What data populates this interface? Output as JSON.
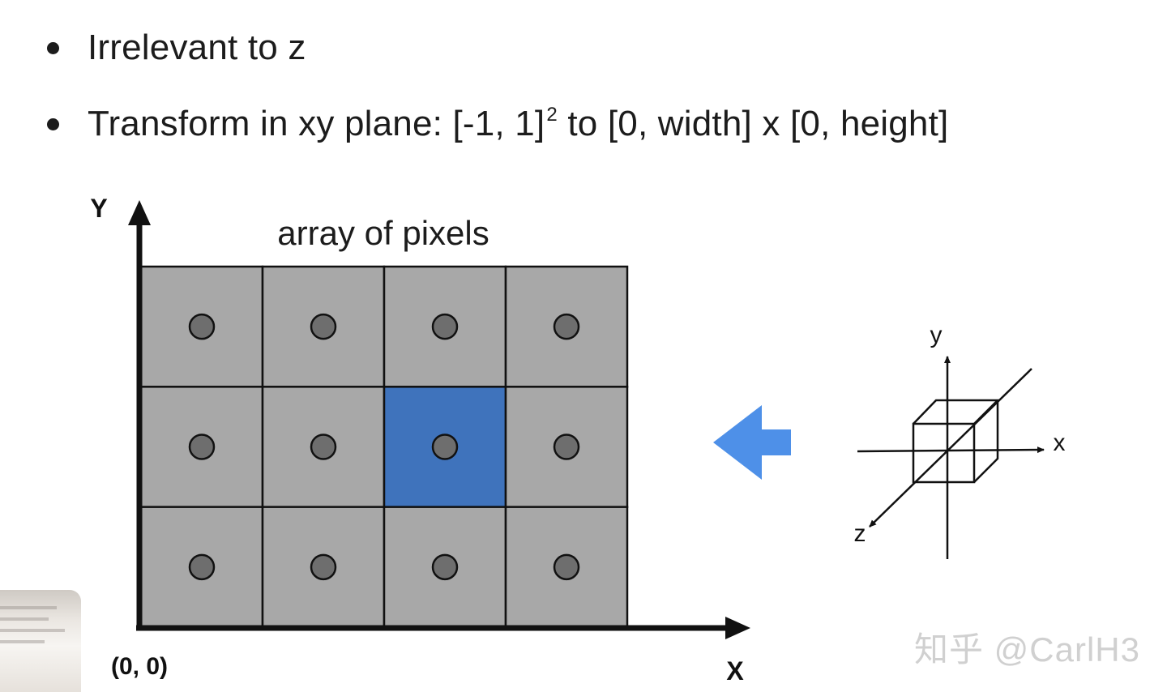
{
  "bullets": [
    {
      "text": "Irrelevant to z"
    },
    {
      "text_before_sup": "Transform in xy plane: [-1, 1]",
      "sup": "2",
      "text_after_sup": " to [0, width] x [0, height]"
    }
  ],
  "diagram": {
    "title": "array of pixels",
    "y_axis_label": "Y",
    "x_axis_label": "X",
    "origin_label": "(0, 0)",
    "grid": {
      "rows": 3,
      "cols": 4,
      "highlighted_cell": {
        "row": 1,
        "col": 2
      }
    },
    "colors": {
      "cell_fill": "#a8a8a8",
      "highlight_fill": "#3f73bc",
      "dot_fill": "#6e6e6e",
      "arrow_fill": "#4e90e8",
      "line": "#111111"
    },
    "arrow_direction": "left",
    "axes_3d": {
      "x_label": "x",
      "y_label": "y",
      "z_label": "z"
    }
  },
  "watermark": "知乎 @CarlH3"
}
